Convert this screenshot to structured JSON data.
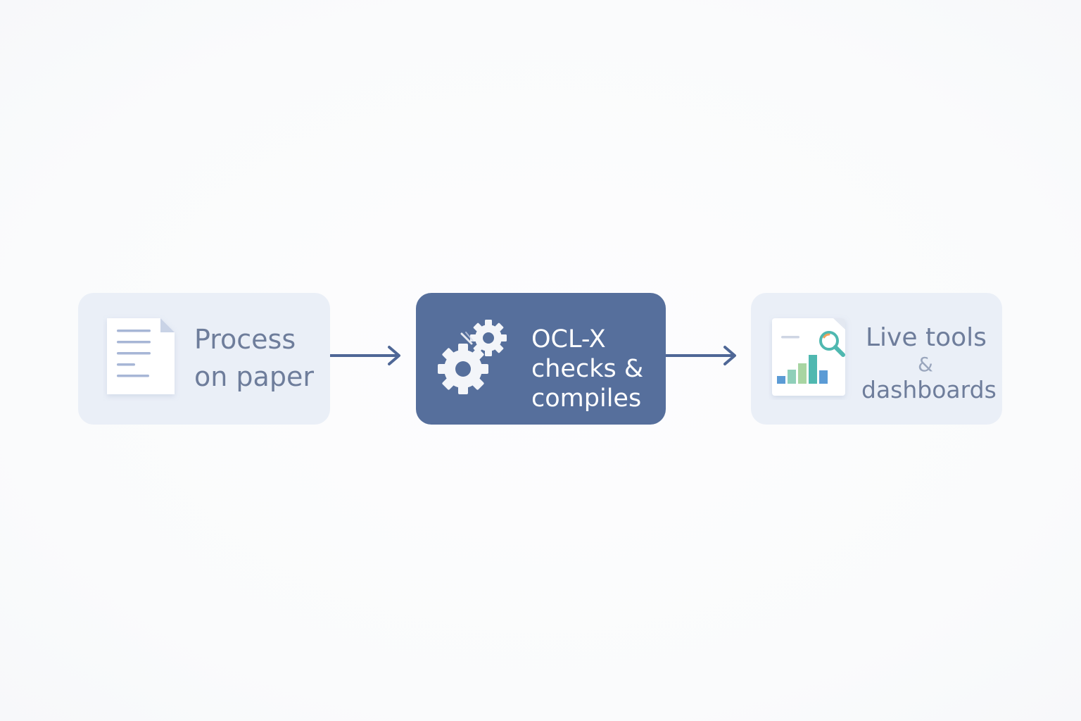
{
  "steps": [
    {
      "lines": [
        "Process",
        "on paper"
      ],
      "icon": "document-icon"
    },
    {
      "lines": [
        "OCL-X",
        "checks &",
        "compiles"
      ],
      "icon": "gears-icon"
    },
    {
      "lines": [
        "Live tools",
        "&",
        "dashboards"
      ],
      "icon": "dashboard-chart-icon"
    }
  ],
  "colors": {
    "background": "#fbfcfd",
    "light_box": "#eaeff7",
    "accent_box": "#566f9c",
    "text_muted": "#6e7d9b",
    "arrow": "#4f6796",
    "bar_blue": "#5b9bd5",
    "bar_teal": "#4fb8b0",
    "bar_green": "#a8d5a2"
  }
}
